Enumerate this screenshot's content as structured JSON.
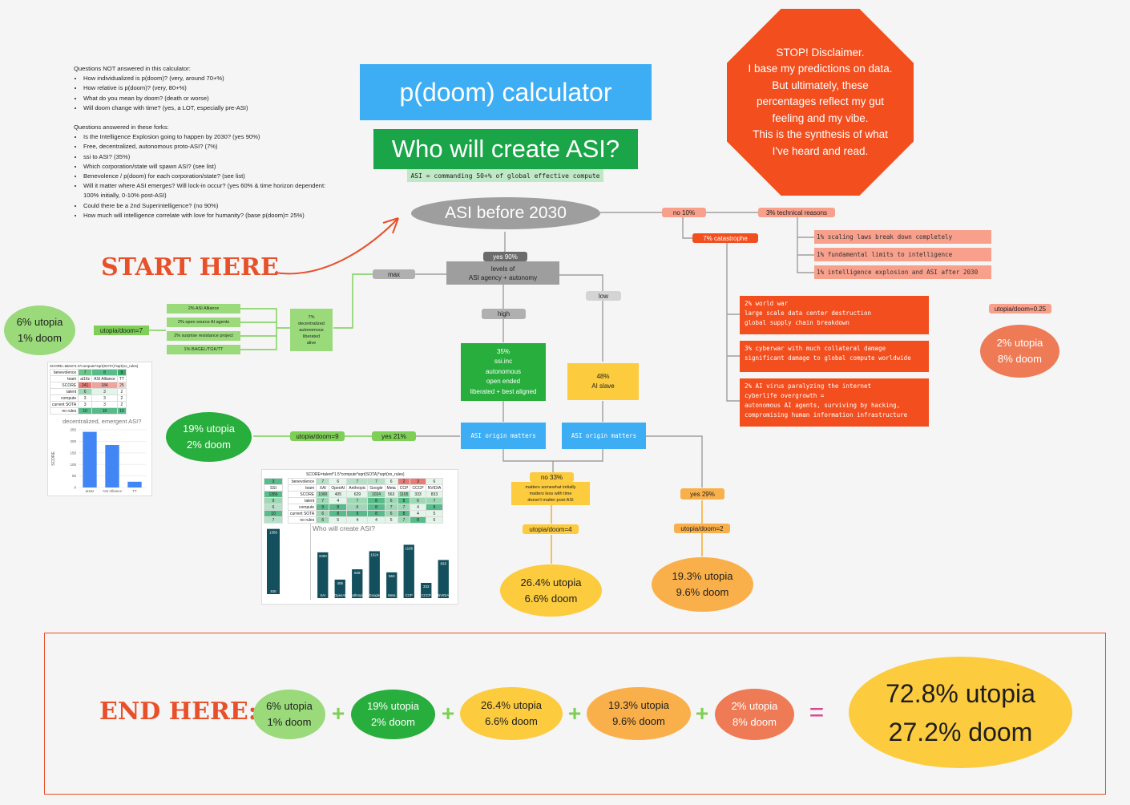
{
  "questions": {
    "not_answered_title": "Questions NOT answered in this calculator:",
    "not_answered": [
      "How individualized is p(doom)? (very, around 70+%)",
      "How relative is p(doom)? (very, 80+%)",
      "What do you mean by doom? (death or worse)",
      "Will doom change with time? (yes, a LOT, especially pre-ASI)"
    ],
    "answered_title": "Questions answered in these forks:",
    "answered": [
      "Is the Intelligence Explosion going to happen by 2030? (yes 90%)",
      "Free, decentralized, autonomous proto-ASI? (7%)",
      "ssi to ASI? (35%)",
      "Which corporation/state will spawn ASI? (see list)",
      "Benevolence / p(doom) for each corporation/state? (see list)",
      "Will it matter where ASI emerges? Will lock-in occur? (yes 60% & time horizon dependent: 100% initially, 0-10% post-ASI)",
      "Could there be a 2nd Superintelligence? (no 90%)",
      "How much will intelligence correlate with love for humanity? (base p(doom)= 25%)"
    ]
  },
  "title": "p(doom) calculator",
  "subtitle": "Who will create ASI?",
  "asi_definition": "ASI = commanding 50+% of global effective compute",
  "disclaimer": {
    "lines": [
      "STOP! Disclaimer.",
      "I base my predictions on data.",
      "But ultimately, these percentages reflect my gut feeling and my vibe.",
      "This is the synthesis of what I've heard and read."
    ],
    "color": "#f24e1e"
  },
  "start_here": "START HERE",
  "end_here": "END HERE:",
  "asi_2030": "ASI before 2030",
  "branch": {
    "yes90": "yes 90%",
    "no10": "no 10%",
    "tech": "3% technical reasons",
    "tech_items": [
      "1% scaling laws break down completely",
      "1% fundamental limits to intelligence",
      "1% intelligence explosion and ASI after 2030"
    ],
    "catastrophe": "7% catastrophe",
    "cat_items": [
      [
        "2% world war",
        "large scale data center destruction",
        "global supply chain breakdown"
      ],
      [
        "3% cyberwar with much collateral damage",
        "significant damage to global compute worldwide"
      ],
      [
        "2% AI virus paralyzing the internet",
        "cyberlife overgrowth =",
        "autonomous AI agents, surviving by hacking,",
        "compromising human information infrastructure"
      ]
    ],
    "ratio_025": "utopia/doom=0.25",
    "outcome_cat": [
      "2% utopia",
      "8% doom"
    ]
  },
  "levels": [
    "levels of",
    "ASI agency + autonomy"
  ],
  "max": "max",
  "high": "high",
  "low": "low",
  "decentral": [
    "7%",
    "decentralized",
    "autonomous",
    "liberated",
    "alive"
  ],
  "decentral_items": [
    "2% ASI Alliance",
    "2% open source AI agents",
    "2% surprise resistance project",
    "1% BAGEL/TGK/TT"
  ],
  "ratio_7": "utopia/doom=7",
  "outcome_6": [
    "6% utopia",
    "1% doom"
  ],
  "ssi": [
    "35%",
    "ssi.inc",
    "autonomous",
    "open ended",
    "liberated + best aligned"
  ],
  "ai_slave": [
    "48%",
    "AI slave"
  ],
  "origin": "ASI origin matters",
  "yes21": "yes 21%",
  "ratio_9": "utopia/doom=9",
  "outcome_19": [
    "19% utopia",
    "2% doom"
  ],
  "no33": "no 33%",
  "no33_note": [
    "matters somewhat initially",
    "matters less with time",
    "doesn't matter post-ASI"
  ],
  "ratio_4": "utopia/doom=4",
  "outcome_26": [
    "26.4% utopia",
    "6.6% doom"
  ],
  "yes29": "yes 29%",
  "ratio_2": "utopia/doom=2",
  "outcome_193": [
    "19.3% utopia",
    "9.6% doom"
  ],
  "sum_terms": [
    [
      "6% utopia",
      "1% doom"
    ],
    [
      "19% utopia",
      "2% doom"
    ],
    [
      "26.4% utopia",
      "6.6% doom"
    ],
    [
      "19.3% utopia",
      "9.6% doom"
    ],
    [
      "2% utopia",
      "8% doom"
    ]
  ],
  "plus": "+",
  "equals": "=",
  "total": [
    "72.8% utopia",
    "27.2% doom"
  ],
  "sheet_small": {
    "formula": "SCORE=talent*1.5*compute*sqrt(SOTA)*sqrt(no_rules)",
    "row_labels": [
      "benevolence",
      "team",
      "SCORE",
      "talent",
      "compute",
      "current SOTA",
      "no rules"
    ],
    "cols": [
      {
        "team": "ai16z",
        "benevolence": "7",
        "score": "241",
        "talent": "6",
        "compute": "3",
        "sota": "3",
        "norules": "10"
      },
      {
        "team": "ASI Alliance",
        "benevolence": "8",
        "score": "184",
        "talent": "3",
        "compute": "3",
        "sota": "3",
        "norules": "10"
      },
      {
        "team": "TT",
        "benevolence": "9",
        "score": "25",
        "talent": "2",
        "compute": "2",
        "sota": "2",
        "norules": "10"
      }
    ]
  },
  "chart_data": [
    {
      "type": "bar",
      "title": "decentralized, emergent ASI?",
      "categories": [
        "ai16z",
        "ASI Alliance",
        "TT"
      ],
      "values": [
        241,
        184,
        25
      ],
      "ylabel": "SCORE",
      "ylim": [
        0,
        250
      ],
      "yticks": [
        0,
        50,
        100,
        150,
        200,
        250
      ],
      "color": "#4285f4"
    },
    {
      "type": "bar",
      "title": "Who will create ASI?",
      "categories": [
        "SSI",
        "XAI",
        "OpenAI",
        "Anthropic",
        "Google",
        "Meta",
        "CCP",
        "CCCP",
        "NVIDIA"
      ],
      "values": [
        1356,
        1000,
        405,
        629,
        1024,
        563,
        1165,
        333,
        833
      ],
      "color": "#134f5c"
    }
  ],
  "sheet_big": {
    "formula": "SCORE=talent*1.5*compute*sqrt(SOTA)*sqrt(no_rules)",
    "row_labels": [
      "benevolence",
      "team",
      "SCORE",
      "talent",
      "compute",
      "current SOTA",
      "no rules"
    ],
    "ssi": {
      "benevolence": "3",
      "team": "SSI",
      "score": "1356",
      "talent": "9",
      "compute": "6",
      "sota": "10",
      "norules": "7"
    },
    "cols": [
      {
        "team": "XAI",
        "benevolence": "7",
        "score": "1000",
        "talent": "7",
        "compute": "9",
        "sota": "6",
        "norules": "6"
      },
      {
        "team": "OpenAI",
        "benevolence": "6",
        "score": "405",
        "talent": "4",
        "compute": "8",
        "sota": "8",
        "norules": "5"
      },
      {
        "team": "Anthropic",
        "benevolence": "7",
        "score": "629",
        "talent": "7",
        "compute": "6",
        "sota": "9",
        "norules": "4"
      },
      {
        "team": "Google",
        "benevolence": "7",
        "score": "1024",
        "talent": "8",
        "compute": "8",
        "sota": "8",
        "norules": "4"
      },
      {
        "team": "Meta",
        "benevolence": "6",
        "score": "563",
        "talent": "6",
        "compute": "7",
        "sota": "6",
        "norules": "5"
      },
      {
        "team": "CCP",
        "benevolence": "2",
        "score": "1165",
        "talent": "8",
        "compute": "7",
        "sota": "8",
        "norules": "7"
      },
      {
        "team": "CCCP",
        "benevolence": "3",
        "score": "333",
        "talent": "6",
        "compute": "4",
        "sota": "4",
        "norules": "8"
      },
      {
        "team": "NVIDIA",
        "benevolence": "6",
        "score": "833",
        "talent": "7",
        "compute": "9",
        "sota": "5",
        "norules": "5"
      }
    ]
  }
}
